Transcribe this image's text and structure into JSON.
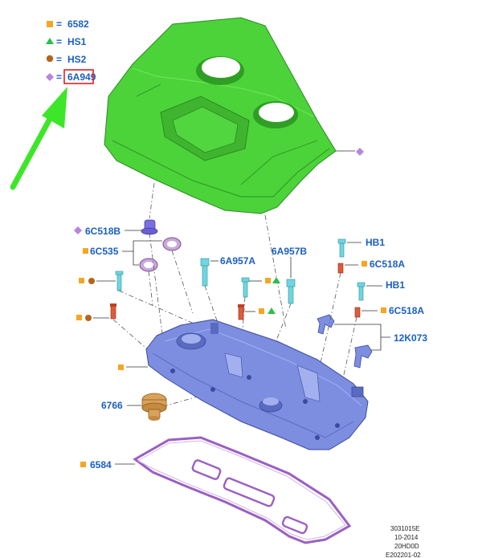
{
  "legend": [
    {
      "symbol": "square-orange",
      "eq": "=",
      "text": "6582"
    },
    {
      "symbol": "triangle-green",
      "eq": "=",
      "text": "HS1"
    },
    {
      "symbol": "circle-brown",
      "eq": "=",
      "text": "HS2"
    },
    {
      "symbol": "diamond-purple",
      "eq": "=",
      "text": "6A949"
    }
  ],
  "parts": {
    "p6C518B": "6C518B",
    "p6C535": "6C535",
    "p6A957A": "6A957A",
    "p6A957B": "6A957B",
    "pHB1a": "HB1",
    "p6C518Aa": "6C518A",
    "pHB1b": "HB1",
    "p6C518Ab": "6C518A",
    "p12K073": "12K073",
    "p6766": "6766",
    "p6584": "6584"
  },
  "reference": {
    "line1": "3031015E",
    "line2": "10-2014",
    "line3": "20HD0D",
    "line4": "E202201-02"
  },
  "colors": {
    "engine_cover": "#4cd33a",
    "valve_cover": "#7d8ee0",
    "gasket": "#9a5fc4",
    "oil_cap": "#d9a25a",
    "sensor": "#6fd6e0",
    "bolt": "#e05a3a",
    "label": "#1a5fc4",
    "square": "#f5a623",
    "triangle": "#27c24a",
    "circle": "#b5651d",
    "diamond": "#b784e0",
    "highlight_box": "#e02020",
    "arrow": "#3ee62a"
  }
}
